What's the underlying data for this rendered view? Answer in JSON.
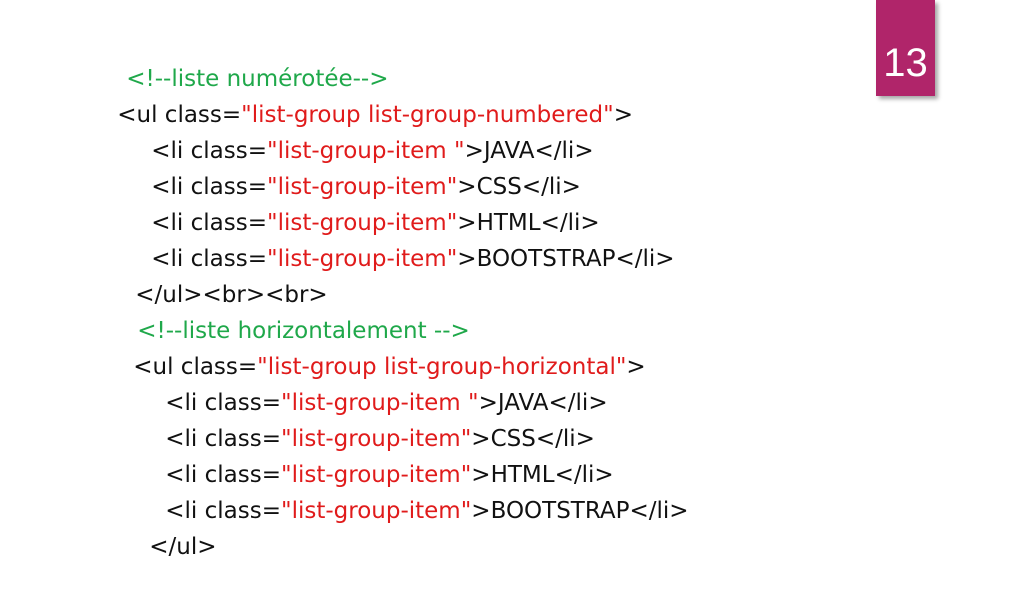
{
  "slide": {
    "number": "13"
  },
  "colors": {
    "accent": "#b0256a",
    "comment": "#1fa84a",
    "string": "#e01b1b",
    "text": "#111111"
  },
  "code": {
    "l1": {
      "comment": "<!--liste numérotée-->"
    },
    "l2": {
      "pre": "<ul class=",
      "str": "\"list-group list-group-numbered\"",
      "post": ">"
    },
    "l3": {
      "pre": "<li class=",
      "str": "\"list-group-item \"",
      "post": ">JAVA</li>"
    },
    "l4": {
      "pre": "<li class=",
      "str": "\"list-group-item\"",
      "post": ">CSS</li>"
    },
    "l5": {
      "pre": "<li class=",
      "str": "\"list-group-item\"",
      "post": ">HTML</li>"
    },
    "l6": {
      "pre": "<li class=",
      "str": "\"list-group-item\"",
      "post": ">BOOTSTRAP</li>"
    },
    "l7": {
      "text": "</ul><br><br>"
    },
    "l8": {
      "comment": "<!--liste horizontalement -->"
    },
    "l9": {
      "pre": "<ul class=",
      "str": "\"list-group list-group-horizontal\"",
      "post": ">"
    },
    "l10": {
      "pre": "<li class=",
      "str": "\"list-group-item \"",
      "post": ">JAVA</li>"
    },
    "l11": {
      "pre": "<li class=",
      "str": "\"list-group-item\"",
      "post": ">CSS</li>"
    },
    "l12": {
      "pre": "<li class=",
      "str": "\"list-group-item\"",
      "post": ">HTML</li>"
    },
    "l13": {
      "pre": "<li class=",
      "str": "\"list-group-item\"",
      "post": ">BOOTSTRAP</li>"
    },
    "l14": {
      "text": "</ul>"
    }
  }
}
